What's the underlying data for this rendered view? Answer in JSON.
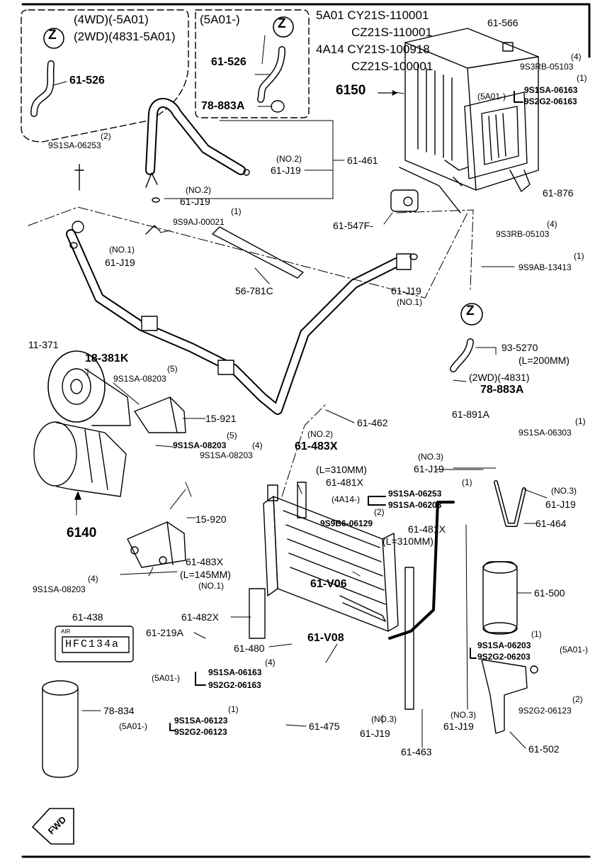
{
  "header": {
    "serial_5a01_a": "5A01  CY21S-110001",
    "serial_5a01_b": "CZ21S-110001",
    "serial_4a14_a": "4A14  CY21S-100918",
    "serial_4a14_b": "CZ21S-100001"
  },
  "inset_left": {
    "variant_4wd": "(4WD)(-5A01)",
    "variant_2wd": "(2WD)(4831-5A01)",
    "part": "61-526"
  },
  "inset_mid": {
    "variant": "(5A01-)",
    "part_hose": "61-526",
    "part_cap": "78-883A"
  },
  "z_mark": "Z",
  "labels": {
    "p61_566": "61-566",
    "q4_a": "(4)",
    "p9s3rb_a": "9S3RB-05103",
    "q1_a": "(1)",
    "p9s1sa_06163_a": "9S1SA-06163",
    "v5a01_a": "(5A01-)",
    "p9s2g2_06163_a": "9S2G2-06163",
    "unit_6150": "6150",
    "q2_a": "(2)",
    "p9s1sa_06253_a": "9S1SA-06253",
    "p61_461": "61-461",
    "no2_a": "(NO.2)",
    "j19_a": "61-J19",
    "no2_b": "(NO.2)",
    "j19_b": "61-J19",
    "p61_876": "61-876",
    "q1_b": "(1)",
    "p9s9aj": "9S9AJ-00021",
    "p61_547f": "61-547F-",
    "q4_b": "(4)",
    "p9s3rb_b": "9S3RB-05103",
    "no1_a": "(NO.1)",
    "j19_c": "61-J19",
    "q1_c": "(1)",
    "p9s9ab": "9S9AB-13413",
    "p56_781c": "56-781C",
    "j19_d": "61-J19",
    "no1_b": "(NO.1)",
    "p11_371": "11-371",
    "p18_381k": "18-381K",
    "q5_a": "(5)",
    "p9s1sa_08203_a": "9S1SA-08203",
    "p93_5270": "93-5270",
    "len200": "(L=200MM)",
    "v2wd": "(2WD)(-4831)",
    "p78_883a": "78-883A",
    "p15_921": "15-921",
    "p61_891a": "61-891A",
    "p61_462": "61-462",
    "q1_d": "(1)",
    "p9s1sa_06303": "9S1SA-06303",
    "q5_b": "(5)",
    "p9s1sa_08203_b": "9S1SA-08203",
    "q4_c": "(4)",
    "p9s1sa_08203_c": "9S1SA-08203",
    "no2_c": "(NO.2)",
    "p61_483x_a": "61-483X",
    "len310_a": "(L=310MM)",
    "p61_481x_a": "61-481X",
    "no3_a": "(NO.3)",
    "j19_e": "61-J19",
    "q1_e": "(1)",
    "p9s1sa_06253_b": "9S1SA-06253",
    "v4a14": "(4A14-)",
    "p9s1sa_06203_a": "9S1SA-06203",
    "no3_b": "(NO.3)",
    "j19_f": "61-J19",
    "q2_b": "(2)",
    "p9s9b6": "9S9B6-06129",
    "p61_481x_b": "61-481X",
    "len310_b": "(L=310MM)",
    "p61_464": "61-464",
    "unit_6140": "6140",
    "p15_920": "15-920",
    "p61_483x_b": "61-483X",
    "len145": "(L=145MM)",
    "no1_c": "(NO.1)",
    "q4_d": "(4)",
    "p9s1sa_08203_d": "9S1SA-08203",
    "p61_v06": "61-V06",
    "p61_500": "61-500",
    "p61_438": "61-438",
    "p61_482x": "61-482X",
    "p61_219a": "61-219A",
    "p61_480": "61-480",
    "p61_v08": "61-V08",
    "q1_f": "(1)",
    "p9s1sa_06203_b": "9S1SA-06203",
    "v5a01_b": "(5A01-)",
    "p9s2g2_06203": "9S2G2-06203",
    "q4_e": "(4)",
    "v5a01_c": "(5A01-)",
    "p9s1sa_06163_b": "9S1SA-06163",
    "p9s2g2_06163_b": "9S2G2-06163",
    "p78_834": "78-834",
    "q2_c": "(2)",
    "p9s2g2_06123_a": "9S2G2-06123",
    "q1_g": "(1)",
    "v5a01_d": "(5A01-)",
    "p9s1sa_06123": "9S1SA-06123",
    "p9s2g2_06123_b": "9S2G2-06123",
    "p61_475": "61-475",
    "no3_c": "(NO.3)",
    "j19_g": "61-J19",
    "no3_d": "(NO.3)",
    "j19_h": "61-J19",
    "p61_463": "61-463",
    "p61_502": "61-502"
  },
  "refrigerant_label": {
    "header": "AIR",
    "text": "HFC134a"
  },
  "fwd": "FWD"
}
